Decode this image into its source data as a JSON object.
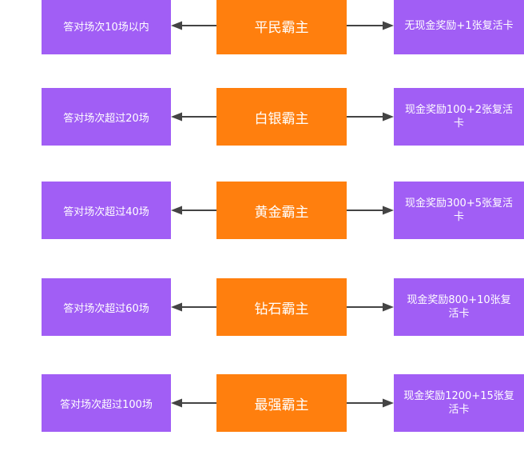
{
  "colors": {
    "level_box": "#ff7f0e",
    "side_box": "#a15ef5",
    "arrow": "#444444"
  },
  "rows": [
    {
      "condition": "答对场次10场以内",
      "level": "平民霸主",
      "reward": "无现金奖励+1张复活卡"
    },
    {
      "condition": "答对场次超过20场",
      "level": "白银霸主",
      "reward": "现金奖励100+2张复活卡"
    },
    {
      "condition": "答对场次超过40场",
      "level": "黄金霸主",
      "reward": "现金奖励300+5张复活卡"
    },
    {
      "condition": "答对场次超过60场",
      "level": "钻石霸主",
      "reward": "现金奖励800+10张复活卡"
    },
    {
      "condition": "答对场次超过100场",
      "level": "最强霸主",
      "reward": "现金奖励1200+15张复活卡"
    }
  ]
}
